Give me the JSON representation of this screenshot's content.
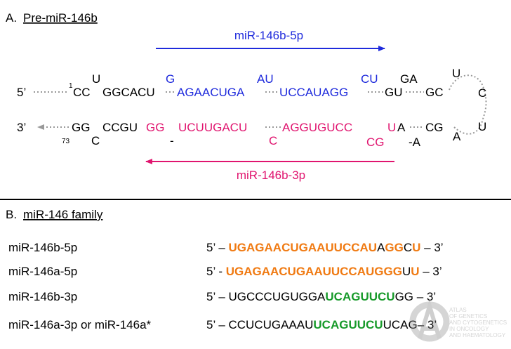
{
  "colors": {
    "blue": "#1f2bdc",
    "pink": "#e0156f",
    "orange": "#f07a12",
    "green": "#179a2a",
    "black": "#000000",
    "gray": "#999999"
  },
  "sectionA": {
    "label": "A.",
    "title": "Pre-miR-146b",
    "arrow_top_label": "miR-146b-5p",
    "arrow_bottom_label": "miR-146b-3p",
    "end_5": "5’",
    "end_3": "3’",
    "num_1": "1",
    "num_73": "73",
    "top_row": [
      {
        "t": "CC",
        "c": "black"
      },
      {
        "t": "GGCACU",
        "c": "black"
      },
      {
        "t": "AGAACUGA",
        "c": "blue"
      },
      {
        "t": "UCCAUAGG",
        "c": "blue"
      },
      {
        "t": "GU",
        "c": "black"
      },
      {
        "t": "GC",
        "c": "black"
      }
    ],
    "top_bulges": [
      {
        "t": "U",
        "c": "black"
      },
      {
        "t": "G",
        "c": "blue"
      },
      {
        "t": "AU",
        "c": "blue"
      },
      {
        "t": "CU",
        "c": "blue"
      },
      {
        "t": "GA",
        "c": "black"
      }
    ],
    "bottom_row": [
      {
        "t": "GG",
        "c": "black"
      },
      {
        "t": "CCGU",
        "c": "black"
      },
      {
        "t": "GG",
        "c": "pink"
      },
      {
        "t": "UCUUGACU",
        "c": "pink"
      },
      {
        "t": "AGGUGUCC",
        "c": "pink"
      },
      {
        "t": "U",
        "c": "pink"
      },
      {
        "t": "A",
        "c": "black"
      },
      {
        "t": "CG",
        "c": "black"
      }
    ],
    "bottom_bulges": [
      {
        "t": "C",
        "c": "black"
      },
      {
        "t": "-",
        "c": "black"
      },
      {
        "t": "C",
        "c": "pink"
      },
      {
        "t": "CG",
        "c": "pink"
      },
      {
        "t": "-A",
        "c": "black"
      }
    ],
    "loop": [
      {
        "t": "U",
        "c": "black"
      },
      {
        "t": "C",
        "c": "black"
      },
      {
        "t": "U",
        "c": "black"
      },
      {
        "t": "A",
        "c": "black"
      }
    ]
  },
  "sectionB": {
    "label": "B.",
    "title": "miR-146 family",
    "rows": [
      {
        "name": "miR-146b-5p",
        "segments": [
          {
            "t": "5’ – ",
            "c": "black",
            "b": false
          },
          {
            "t": "UGAGAACUGAAUUCCAU",
            "c": "orange",
            "b": true
          },
          {
            "t": "A",
            "c": "black",
            "b": false
          },
          {
            "t": "GG",
            "c": "orange",
            "b": true
          },
          {
            "t": "C",
            "c": "black",
            "b": false
          },
          {
            "t": "U",
            "c": "orange",
            "b": true
          },
          {
            "t": " – 3’",
            "c": "black",
            "b": false
          }
        ]
      },
      {
        "name": "miR-146a-5p",
        "segments": [
          {
            "t": "5’ - ",
            "c": "black",
            "b": false
          },
          {
            "t": "UGAGAACUGAAUUCCAU",
            "c": "orange",
            "b": true
          },
          {
            "t": "GGG",
            "c": "orange",
            "b": true
          },
          {
            "t": "U",
            "c": "black",
            "b": false
          },
          {
            "t": "U",
            "c": "orange",
            "b": true
          },
          {
            "t": " – 3’",
            "c": "black",
            "b": false
          }
        ]
      },
      {
        "name": "miR-146b-3p",
        "segments": [
          {
            "t": "5’ – UGCCCUGUGGA",
            "c": "black",
            "b": false
          },
          {
            "t": "UCAGUUCU",
            "c": "green",
            "b": true
          },
          {
            "t": "GG – 3’",
            "c": "black",
            "b": false
          }
        ]
      },
      {
        "name": "miR-146a-3p or miR-146a*",
        "segments": [
          {
            "t": "5’ – CCUCUGAAAU",
            "c": "black",
            "b": false
          },
          {
            "t": "UCAGUUCU",
            "c": "green",
            "b": true
          },
          {
            "t": "UCAG– 3’",
            "c": "black",
            "b": false
          }
        ]
      }
    ]
  },
  "watermark": {
    "lines": [
      "ATLAS",
      "OF GENETICS",
      "AND CYTOGENETICS",
      "IN ONCOLOGY",
      "AND HAEMATOLOGY"
    ]
  }
}
